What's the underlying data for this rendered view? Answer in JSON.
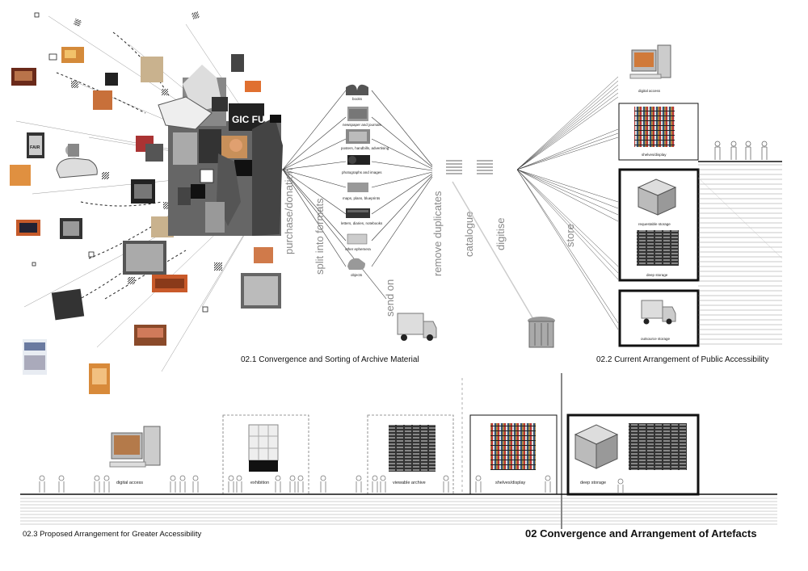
{
  "collage": {
    "poster_fun": "GIC FUN",
    "poster_fair": "FAIR"
  },
  "process_labels": {
    "purchase": "purchase/donation",
    "split": "split into formats",
    "send_on": "send on",
    "remove": "remove duplicates",
    "catalogue": "catalogue",
    "digitise": "digitise",
    "store": "store"
  },
  "formats": [
    "books",
    "newspaper and journals",
    "posters, handbills, advertising",
    "photographs and images",
    "maps, plans, blueprints",
    "letters, diaries, notebooks",
    "other ephemera",
    "objects"
  ],
  "current_arrangement": {
    "digital_access": "digital access",
    "shelves": "shelves/display",
    "requestable": "requestable storage",
    "deep": "deep storage",
    "outsource": "outsource storage"
  },
  "proposed_arrangement": {
    "digital_access": "digital access",
    "exhibition": "exhibition",
    "viewable": "viewable archive",
    "shelves": "shelves/display",
    "deep": "deep storage"
  },
  "captions": {
    "c21": "02.1 Convergence and Sorting of Archive Material",
    "c22": "02.2 Current Arrangement of Public Accessibility",
    "c23": "02.3 Proposed Arrangement for Greater Accessibility",
    "main_title": "02 Convergence and Arrangement of Artefacts"
  }
}
